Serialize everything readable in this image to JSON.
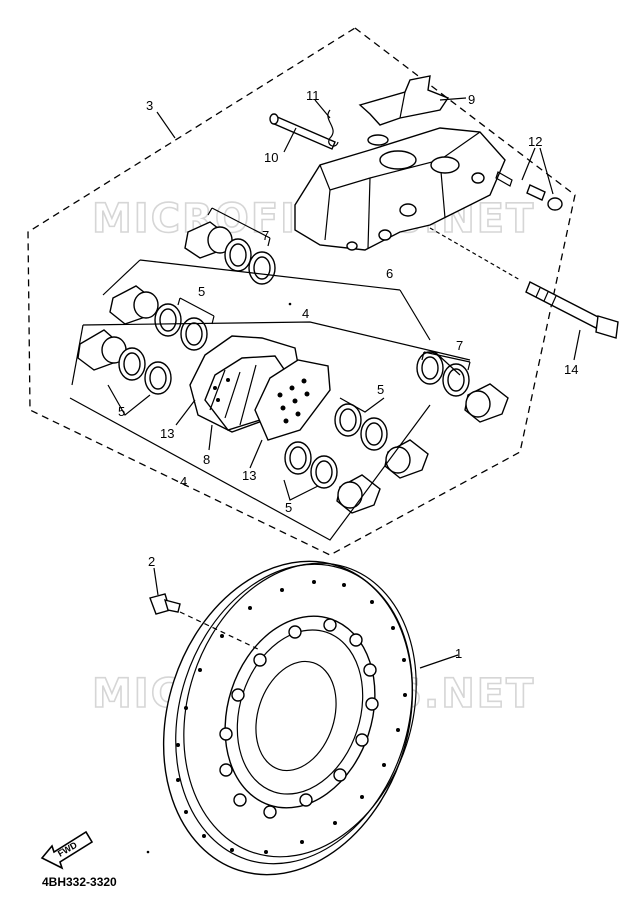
{
  "watermarks": [
    "MICROFICHES.NET",
    "MICROFICHES.NET"
  ],
  "diagram_code": "4BH332-3320",
  "fwd_label": "FWD",
  "callouts": [
    "1",
    "2",
    "3",
    "4",
    "4",
    "5",
    "5",
    "5",
    "5",
    "5",
    "6",
    "7",
    "7",
    "8",
    "9",
    "10",
    "11",
    "12",
    "13",
    "13",
    "14"
  ]
}
